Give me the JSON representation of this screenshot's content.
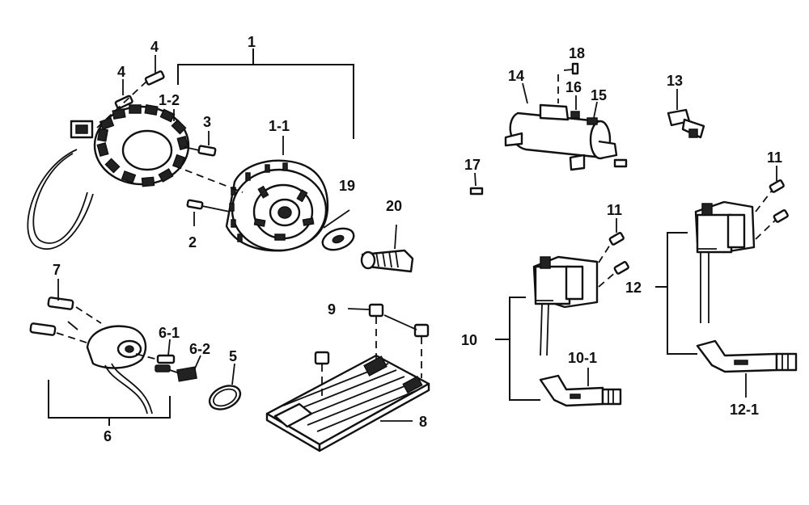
{
  "labels": {
    "p1": "1",
    "p1_1": "1-1",
    "p1_2": "1-2",
    "p2": "2",
    "p3": "3",
    "p4a": "4",
    "p4b": "4",
    "p5": "5",
    "p6": "6",
    "p6_1": "6-1",
    "p6_2": "6-2",
    "p7": "7",
    "p8": "8",
    "p9": "9",
    "p10": "10",
    "p10_1": "10-1",
    "p11a": "11",
    "p11b": "11",
    "p12": "12",
    "p12_1": "12-1",
    "p13": "13",
    "p14": "14",
    "p15": "15",
    "p16": "16",
    "p17": "17",
    "p18": "18",
    "p19": "19",
    "p20": "20"
  }
}
